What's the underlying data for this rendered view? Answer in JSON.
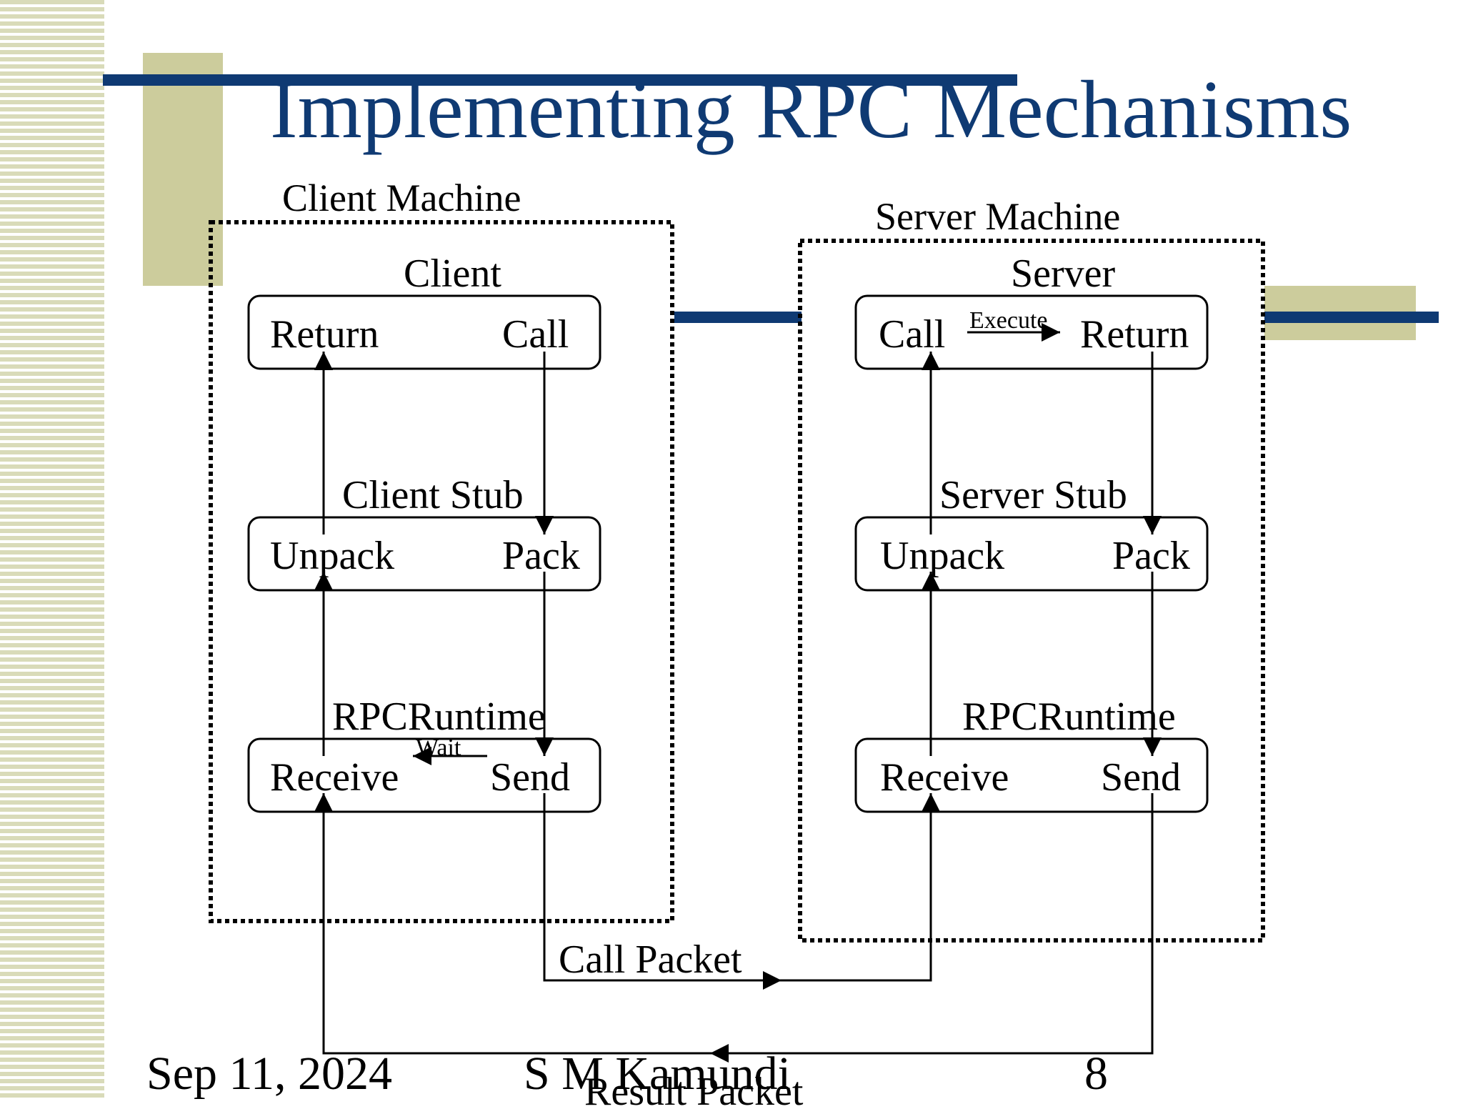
{
  "slide": {
    "title": "Implementing RPC Mechanisms",
    "colors": {
      "title": "#0f3a73",
      "accent_bar": "#0f3a73",
      "accent_block": "#cccc9c",
      "stripe": "#d9dbb9"
    }
  },
  "client_machine": {
    "label": "Client Machine",
    "client": {
      "label": "Client",
      "left": "Return",
      "right": "Call"
    },
    "stub": {
      "label": "Client Stub",
      "left": "Unpack",
      "right": "Pack"
    },
    "runtime": {
      "label": "RPCRuntime",
      "left": "Receive",
      "right": "Send",
      "note": "Wait"
    }
  },
  "server_machine": {
    "label": "Server Machine",
    "server": {
      "label": "Server",
      "left": "Call",
      "right": "Return",
      "note": "Execute"
    },
    "stub": {
      "label": "Server Stub",
      "left": "Unpack",
      "right": "Pack"
    },
    "runtime": {
      "label": "RPCRuntime",
      "left": "Receive",
      "right": "Send"
    }
  },
  "packets": {
    "call": "Call Packet",
    "result": "Result Packet"
  },
  "footer": {
    "date": "Sep 11, 2024",
    "author": "S M Kamundi",
    "page": "8"
  }
}
